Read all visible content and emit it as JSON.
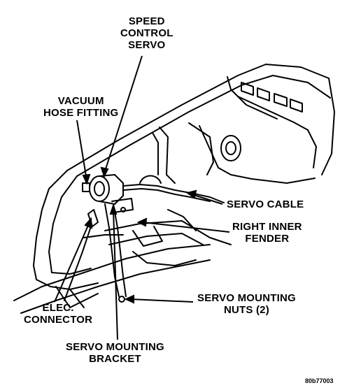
{
  "labels": {
    "speed_control_servo": [
      "SPEED",
      "CONTROL",
      "SERVO"
    ],
    "vacuum_hose_fitting": [
      "VACUUM",
      "HOSE FITTING"
    ],
    "servo_cable": [
      "SERVO CABLE"
    ],
    "right_inner_fender": [
      "RIGHT INNER",
      "FENDER"
    ],
    "servo_mounting_nuts": [
      "SERVO MOUNTING",
      "NUTS (2)"
    ],
    "elec_connector": [
      "ELEC.",
      "CONNECTOR"
    ],
    "servo_mounting_bracket": [
      "SERVO MOUNTING",
      "BRACKET"
    ]
  },
  "figure_id": "80b77003"
}
